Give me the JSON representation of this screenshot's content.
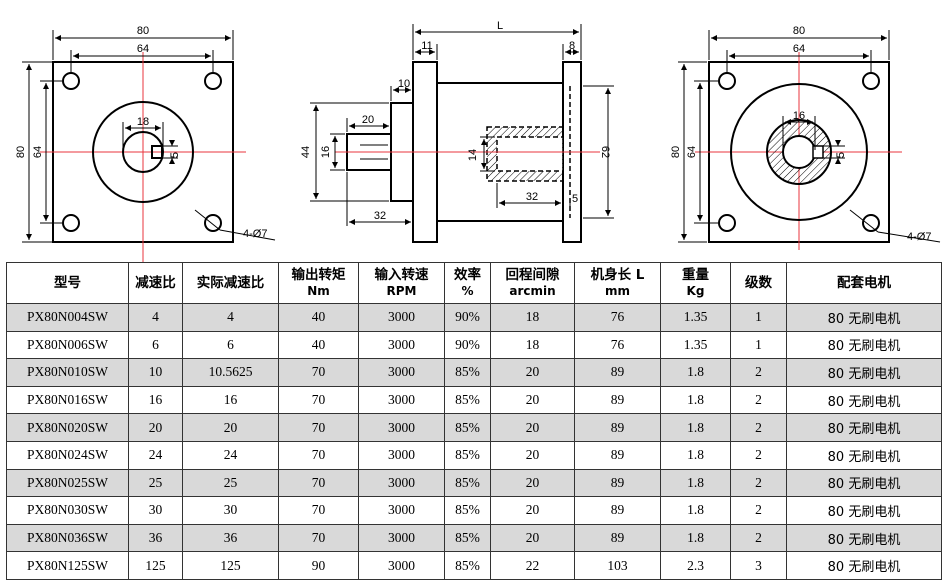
{
  "drawings": {
    "front": {
      "width_outer": "80",
      "width_bolt": "64",
      "height_outer": "80",
      "height_bolt": "64",
      "shaft_dia": "18",
      "key_width": "5",
      "holes": "4-Ø7"
    },
    "side": {
      "length": "L",
      "flange_thk": "11",
      "rear_thk": "8",
      "shoulder": "10",
      "shaft_len": "20",
      "shaft_dia": "16",
      "pilot_dia": "44",
      "output_len": "32",
      "bore_dia": "14",
      "bore_len": "32",
      "rear_gap": "5",
      "motor_pilot": "62"
    },
    "rear": {
      "width_outer": "80",
      "width_bolt": "64",
      "height_outer": "80",
      "height_bolt": "64",
      "bore_dia": "16",
      "key_width": "5",
      "holes": "4-Ø7"
    }
  },
  "table": {
    "headers": [
      {
        "l1": "型号",
        "l2": ""
      },
      {
        "l1": "减速比",
        "l2": ""
      },
      {
        "l1": "实际减速比",
        "l2": ""
      },
      {
        "l1": "输出转矩",
        "l2": "Nm"
      },
      {
        "l1": "输入转速",
        "l2": "RPM"
      },
      {
        "l1": "效率",
        "l2": "%"
      },
      {
        "l1": "回程间隙",
        "l2": "arcmin"
      },
      {
        "l1": "机身长 L",
        "l2": "mm"
      },
      {
        "l1": "重量",
        "l2": "Kg"
      },
      {
        "l1": "级数",
        "l2": ""
      },
      {
        "l1": "配套电机",
        "l2": ""
      }
    ],
    "rows": [
      [
        "PX80N004SW",
        "4",
        "4",
        "40",
        "3000",
        "90%",
        "18",
        "76",
        "1.35",
        "1",
        "80 无刷电机"
      ],
      [
        "PX80N006SW",
        "6",
        "6",
        "40",
        "3000",
        "90%",
        "18",
        "76",
        "1.35",
        "1",
        "80 无刷电机"
      ],
      [
        "PX80N010SW",
        "10",
        "10.5625",
        "70",
        "3000",
        "85%",
        "20",
        "89",
        "1.8",
        "2",
        "80 无刷电机"
      ],
      [
        "PX80N016SW",
        "16",
        "16",
        "70",
        "3000",
        "85%",
        "20",
        "89",
        "1.8",
        "2",
        "80 无刷电机"
      ],
      [
        "PX80N020SW",
        "20",
        "20",
        "70",
        "3000",
        "85%",
        "20",
        "89",
        "1.8",
        "2",
        "80 无刷电机"
      ],
      [
        "PX80N024SW",
        "24",
        "24",
        "70",
        "3000",
        "85%",
        "20",
        "89",
        "1.8",
        "2",
        "80 无刷电机"
      ],
      [
        "PX80N025SW",
        "25",
        "25",
        "70",
        "3000",
        "85%",
        "20",
        "89",
        "1.8",
        "2",
        "80 无刷电机"
      ],
      [
        "PX80N030SW",
        "30",
        "30",
        "70",
        "3000",
        "85%",
        "20",
        "89",
        "1.8",
        "2",
        "80 无刷电机"
      ],
      [
        "PX80N036SW",
        "36",
        "36",
        "70",
        "3000",
        "85%",
        "20",
        "89",
        "1.8",
        "2",
        "80 无刷电机"
      ],
      [
        "PX80N125SW",
        "125",
        "125",
        "90",
        "3000",
        "85%",
        "22",
        "103",
        "2.3",
        "3",
        "80 无刷电机"
      ]
    ]
  }
}
